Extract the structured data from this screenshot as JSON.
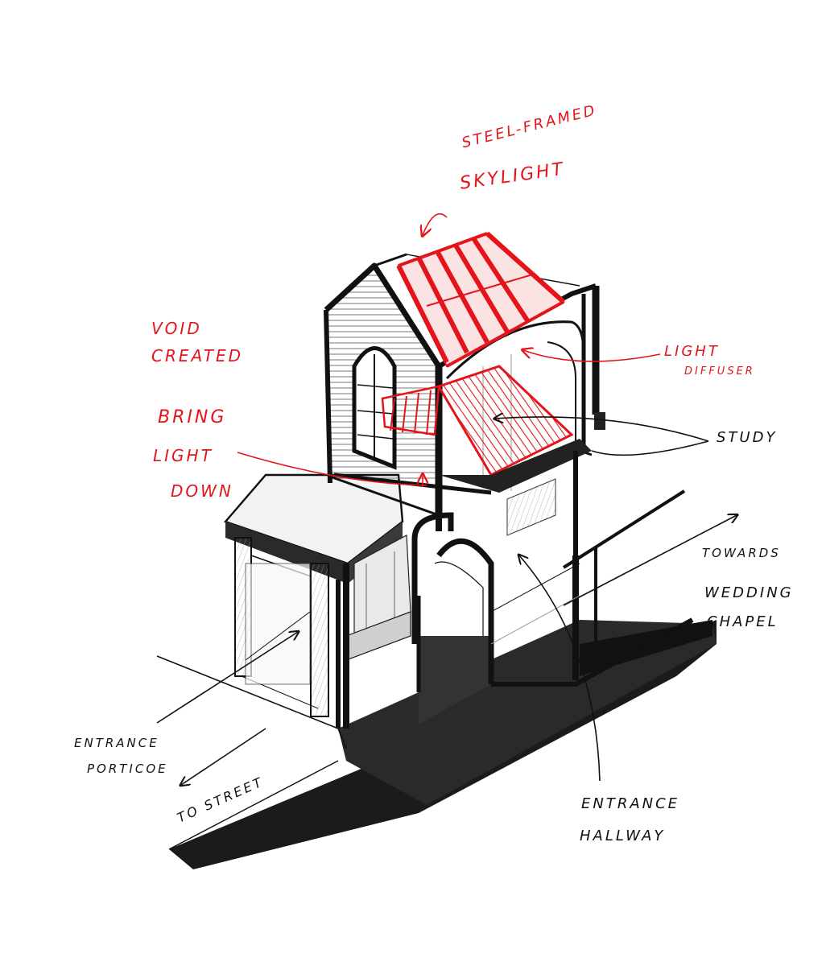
{
  "colors": {
    "accent_red": "#e4141b",
    "ink": "#111111",
    "paper": "#ffffff",
    "shade": "#1a1a1a"
  },
  "annotations": {
    "skylight": {
      "line1": "Steel-framed",
      "line2": "Skylight"
    },
    "void": {
      "line1": "Void",
      "line2": "Created",
      "line3": "Bring",
      "line4": "Light",
      "line5": "Down"
    },
    "diffuser": {
      "line1": "Light",
      "line2": "Diffuser"
    },
    "study": {
      "line1": "Study"
    },
    "wedding": {
      "line1": "Towards",
      "line2": "Wedding",
      "line3": "Chapel"
    },
    "portico": {
      "line1": "Entrance",
      "line2": "Porticoe"
    },
    "street": {
      "line1": "To Street"
    },
    "hallway": {
      "line1": "Entrance",
      "line2": "Hallway"
    }
  }
}
